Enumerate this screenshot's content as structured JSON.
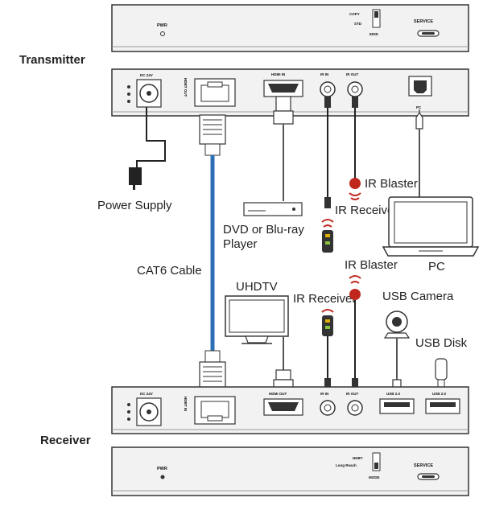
{
  "sections": {
    "transmitter": "Transmitter",
    "receiver": "Receiver"
  },
  "tx_front": {
    "pwr": "PWR",
    "switch_top": "COPY",
    "switch_bottom": "STD",
    "switch_name": "EDID",
    "service": "SERVICE"
  },
  "tx_rear": {
    "dc": "DC 24V",
    "hdbt_out": "HDBT OUT",
    "hdmi_in": "HDMI IN",
    "ir_in": "IR IN",
    "ir_out": "IR OUT",
    "pc": "PC"
  },
  "rx_rear": {
    "dc": "DC 24V",
    "hdbt_in": "HDBT IN",
    "hdmi_out": "HDMI OUT",
    "ir_in": "IR IN",
    "ir_out": "IR OUT",
    "usb1": "USB 2.0",
    "usb2": "USB 2.0"
  },
  "rx_front": {
    "pwr": "PWR",
    "switch_top": "HDBT",
    "switch_bottom": "Long Reach",
    "switch_name": "MODE",
    "service": "SERVICE"
  },
  "labels": {
    "power_supply": "Power Supply",
    "cat6": "CAT6 Cable",
    "dvd_line1": "DVD or Blu-ray",
    "dvd_line2": "Player",
    "ir_blaster_top": "IR Blaster",
    "ir_receiver_top": "IR Receiver",
    "pc": "PC",
    "uhdtv": "UHDTV",
    "ir_blaster_bottom": "IR Blaster",
    "ir_receiver_bottom": "IR Receiver",
    "usb_camera": "USB Camera",
    "usb_disk": "USB Disk"
  },
  "colors": {
    "cat6_cable": "#2d6fb5",
    "ir_red": "#c0281e",
    "outline": "#333333",
    "panel_fill": "#f2f2f2"
  }
}
